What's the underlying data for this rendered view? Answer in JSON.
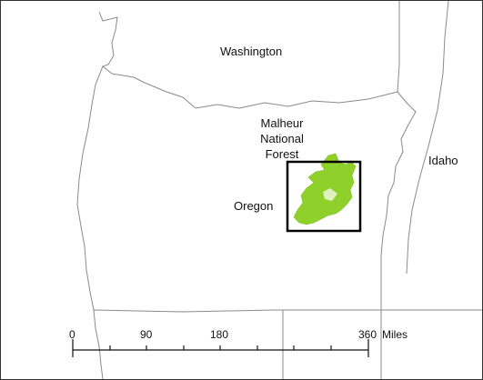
{
  "map": {
    "labels": {
      "washington": "Washington",
      "idaho": "Idaho",
      "oregon": "Oregon",
      "forest_line1": "Malheur",
      "forest_line2": "National",
      "forest_line3": "Forest"
    },
    "scale_bar": {
      "ticks": [
        "0",
        "90",
        "180",
        "360"
      ],
      "unit": "Miles"
    },
    "colors": {
      "forest": "#8fd12a",
      "boundary": "#8a8a8a",
      "frame": "#333333",
      "inset_box": "#000000"
    }
  }
}
